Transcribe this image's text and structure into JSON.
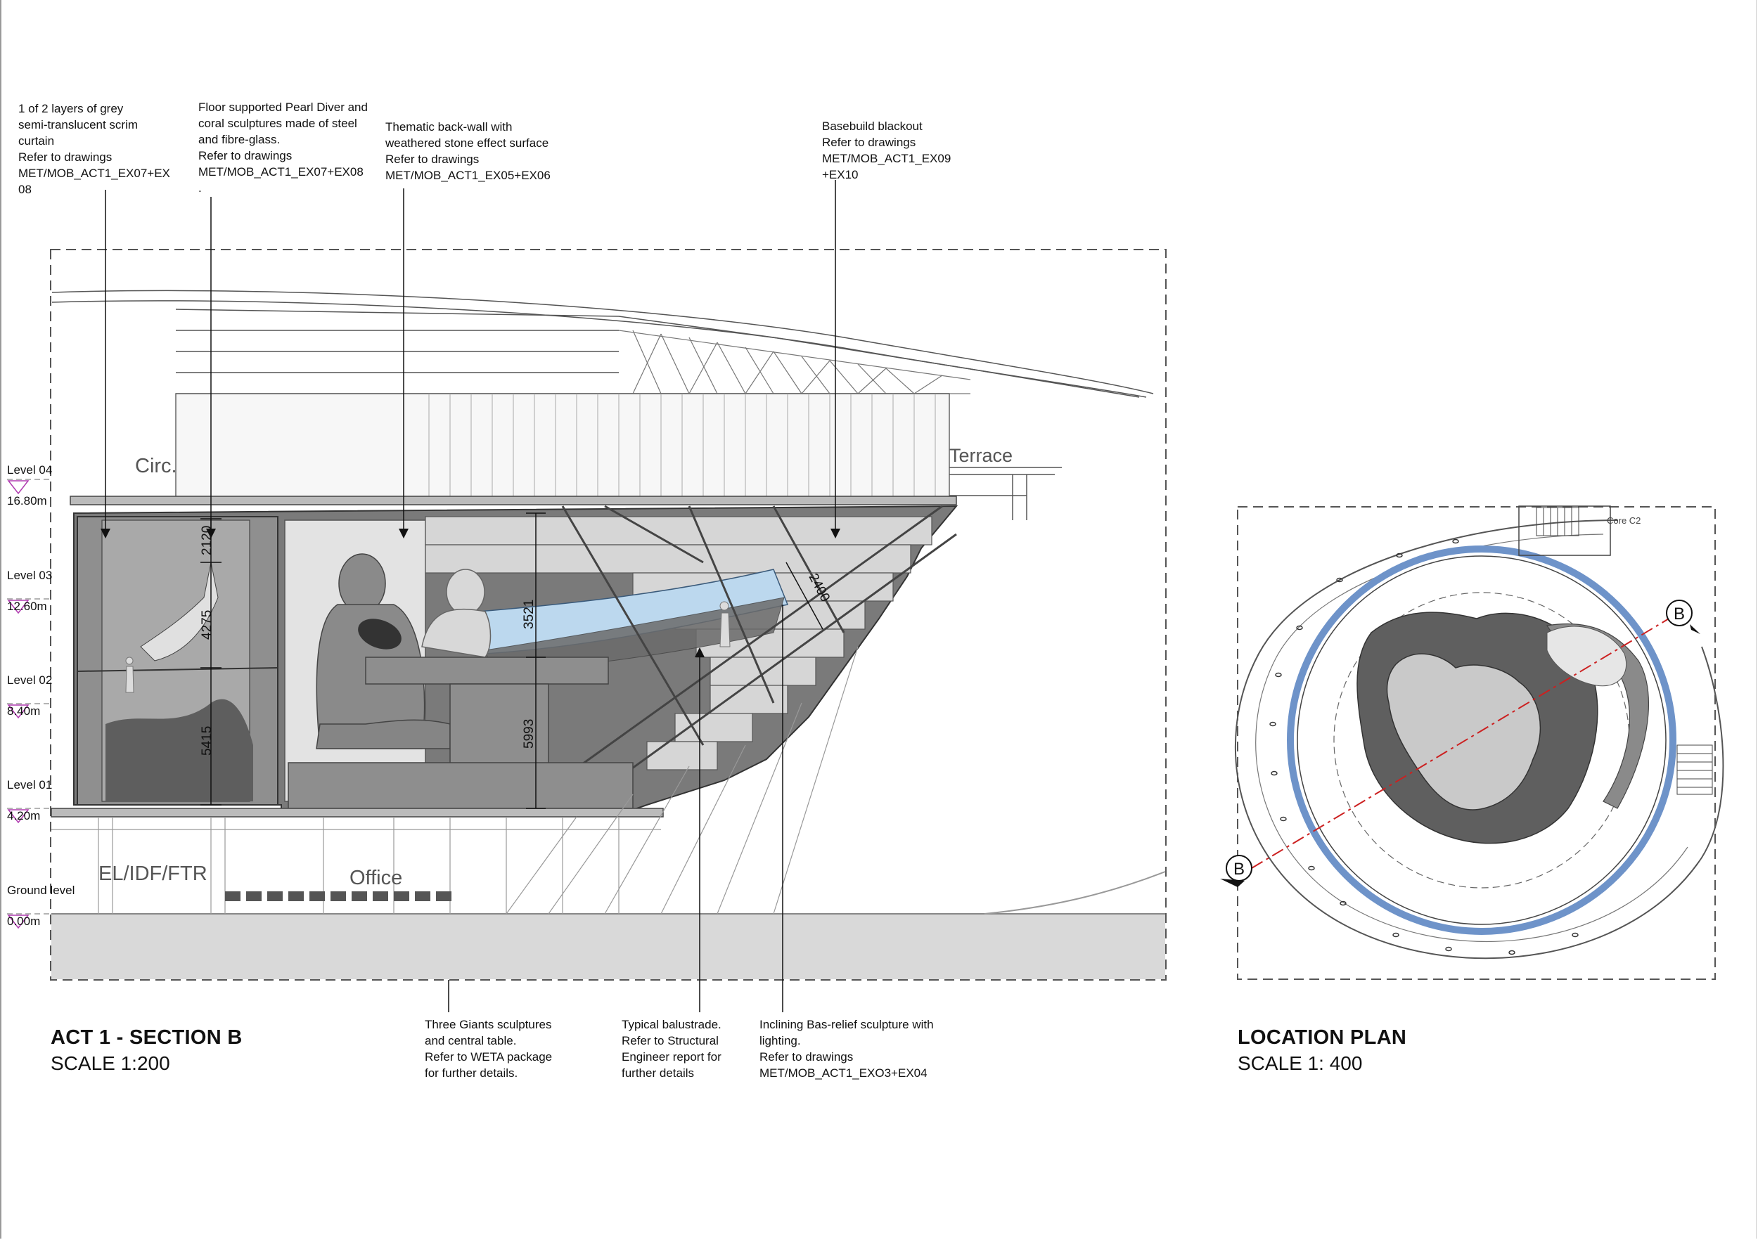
{
  "notes": {
    "scrim": "1 of 2 layers of grey\nsemi-translucent scrim\ncurtain\nRefer to drawings\nMET/MOB_ACT1_EX07+EX\n08",
    "pearl": "Floor supported Pearl Diver and\ncoral sculptures made of steel\nand fibre-glass.\nRefer to drawings\nMET/MOB_ACT1_EX07+EX08\n.",
    "backwall": "Thematic back-wall with\nweathered stone effect surface\nRefer to drawings\nMET/MOB_ACT1_EX05+EX06",
    "blackout": "Basebuild blackout\nRefer to drawings\nMET/MOB_ACT1_EX09\n+EX10",
    "giants": "Three Giants sculptures\nand central table.\nRefer to WETA package\nfor further details.",
    "balustrade": "Typical balustrade.\nRefer to Structural\nEngineer report for\nfurther details",
    "basrelief": "Inclining Bas-relief sculpture with\nlighting.\nRefer to drawings\nMET/MOB_ACT1_EXO3+EX04"
  },
  "levels": [
    {
      "name": "Level 04",
      "elevation": "16.80m"
    },
    {
      "name": "Level 03",
      "elevation": "12.60m"
    },
    {
      "name": "Level 02",
      "elevation": "8.40m"
    },
    {
      "name": "Level 01",
      "elevation": "4.20m"
    },
    {
      "name": "Ground level",
      "elevation": "0.00m"
    }
  ],
  "rooms": {
    "circ": "Circ.",
    "terrace": "Terrace",
    "elidf": "EL/IDF/FTR",
    "office": "Office"
  },
  "dimensions": {
    "d2120": "2120",
    "d4275": "4275",
    "d5415": "5415",
    "d3521": "3521",
    "d5993": "5993",
    "d2400": "2400"
  },
  "section_title": "ACT 1  -  SECTION B",
  "section_scale": "SCALE 1:200",
  "plan_title": "LOCATION PLAN",
  "plan_scale": "SCALE 1: 400",
  "plan": {
    "section_marker": "B",
    "core_label": "Core C2"
  },
  "colors": {
    "line": "#333333",
    "glass": "#bcd8ee",
    "ring": "#6e93c9",
    "cut": "#cc2020",
    "ground": "#d9d9d9"
  }
}
